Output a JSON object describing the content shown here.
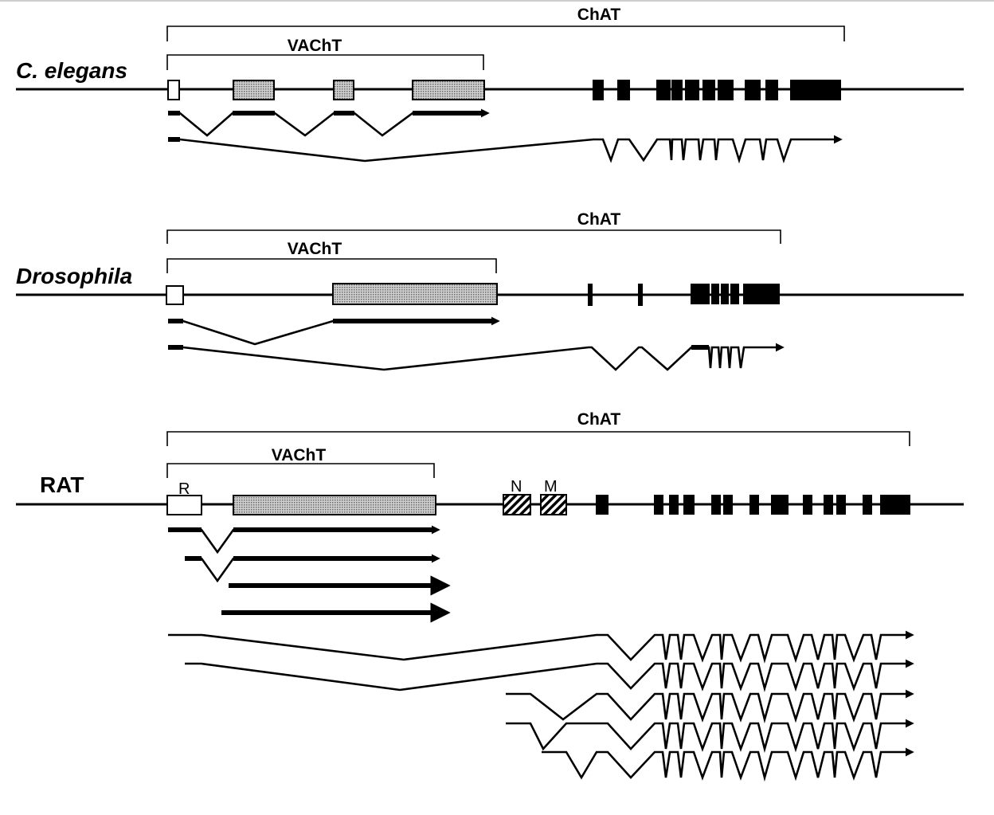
{
  "species": {
    "c_elegans": "C. elegans",
    "drosophila": "Drosophila",
    "rat": "RAT"
  },
  "genes": {
    "chat": "ChAT",
    "vacht": "VAChT"
  },
  "exon_labels": {
    "r": "R",
    "n": "N",
    "m": "M"
  },
  "colors": {
    "line": "#000000",
    "dotted_fill": "#bdbdbd",
    "background": "#ffffff"
  }
}
